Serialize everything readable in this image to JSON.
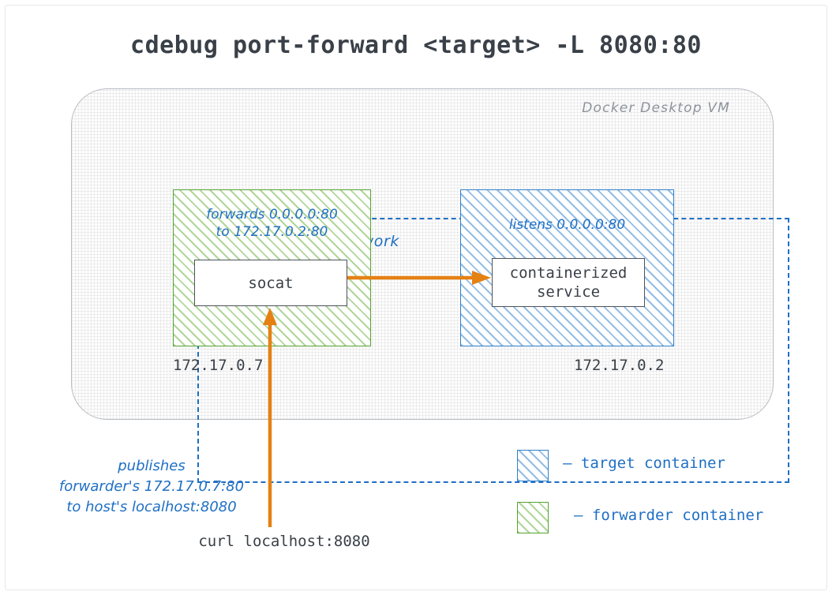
{
  "title": "cdebug port-forward <target> -L 8080:80",
  "vm": {
    "label": "Docker Desktop VM"
  },
  "network": {
    "label": "same \"bridge\" network"
  },
  "forwarder": {
    "note": "forwards 0.0.0.0:80\nto 172.17.0.2:80",
    "process_label": "socat",
    "ip": "172.17.0.7"
  },
  "target": {
    "note": "listens 0.0.0.0:80",
    "process_label": "containerized\nservice",
    "ip": "172.17.0.2"
  },
  "publish_note": "publishes\nforwarder's 172.17.0.7:80\nto host's localhost:8080",
  "curl_command": "curl localhost:8080",
  "legend": {
    "items": [
      {
        "label": "– target container",
        "swatch": "blue-hatched-square"
      },
      {
        "label": "– forwarder container",
        "swatch": "green-hatched-square"
      }
    ]
  },
  "colors": {
    "accent_blue": "#1f6fc4",
    "target_blue": "#2f7fc9",
    "forwarder_green": "#54a32e",
    "arrow_orange": "#e58113",
    "text_dark": "#3a4048",
    "vm_gray": "#8d939c"
  },
  "icons": {
    "horizontal_arrow": "arrow-right-icon",
    "vertical_arrow": "arrow-up-icon"
  }
}
